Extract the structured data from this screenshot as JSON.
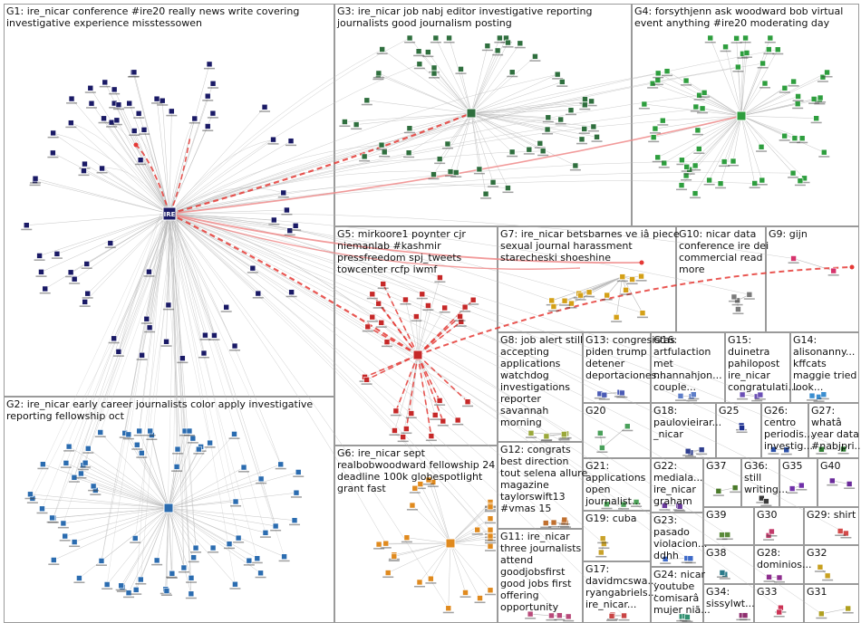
{
  "groups": [
    {
      "id": "G1",
      "lines": [
        "G1: ire_nicar conference #ire20 really news write covering",
        "investigative experience misstessowen"
      ],
      "color": "#1a1a66",
      "hub_text": "IRE",
      "nodes": 70
    },
    {
      "id": "G2",
      "lines": [
        "G2: ire_nicar early career journalists color apply investigative",
        "reporting fellowship oct"
      ],
      "color": "#2b6cb0",
      "nodes": 72
    },
    {
      "id": "G3",
      "lines": [
        "G3: ire_nicar job nabj editor investigative reporting",
        "journalists good journalism posting"
      ],
      "color": "#2f6f3e",
      "nodes": 55
    },
    {
      "id": "G4",
      "lines": [
        "G4: forsythjenn ask woodward bob virtual",
        "event anything #ire20 moderating day"
      ],
      "color": "#2e9e3e",
      "nodes": 60
    },
    {
      "id": "G5",
      "lines": [
        "G5: mirkoore1 poynter cjr",
        "niemanlab #kashmir",
        "pressfreedom spj_tweets",
        "towcenter rcfp iwmf"
      ],
      "color": "#c62828",
      "nodes": 30
    },
    {
      "id": "G6",
      "lines": [
        "G6: ire_nicar sept",
        "realbobwoodward fellowship 24",
        "deadline 100k globespotlight",
        "grant fast"
      ],
      "color": "#e08a1e",
      "nodes": 28
    },
    {
      "id": "G7",
      "lines": [
        "G7: ire_nicar betsbarnes ve iâ piece",
        "sexual journal harassment",
        "starecheski shoeshine"
      ],
      "color": "#d4a017",
      "nodes": 14
    },
    {
      "id": "G8",
      "lines": [
        "G8: job alert still",
        "accepting",
        "applications",
        "watchdog",
        "investigations",
        "reporter",
        "savannah",
        "morning"
      ],
      "color": "#9aa83a",
      "nodes": 6
    },
    {
      "id": "G9",
      "lines": [
        "G9: gijn"
      ],
      "color": "#d6336c",
      "nodes": 2
    },
    {
      "id": "G10",
      "lines": [
        "G10: nicar data",
        "conference ire dei",
        "commercial read",
        "more"
      ],
      "color": "#7a7a7a",
      "nodes": 4
    },
    {
      "id": "G11",
      "lines": [
        "G11: ire_nicar",
        "three journalists",
        "attend",
        "goodjobsfirst",
        "good jobs first",
        "offering",
        "opportunity"
      ],
      "color": "#b84a7a",
      "nodes": 4
    },
    {
      "id": "G12",
      "lines": [
        "G12: congrats",
        "best direction",
        "tout selena allure",
        "magazine",
        "taylorswift13",
        "#vmas 15"
      ],
      "color": "#c07030",
      "nodes": 5
    },
    {
      "id": "G13",
      "lines": [
        "G13: congresistas",
        "piden trump",
        "detener",
        "deportaciones..."
      ],
      "color": "#4b5bb5",
      "nodes": 4
    },
    {
      "id": "G14",
      "lines": [
        "G14:",
        "alisonanny...",
        "kffcats",
        "maggie tried",
        "look..."
      ],
      "color": "#3b8ed0",
      "nodes": 3
    },
    {
      "id": "G15",
      "lines": [
        "G15:",
        "duinetra",
        "pahilopost",
        "ire_nicar",
        "congratulati..."
      ],
      "color": "#6a4fb5",
      "nodes": 3
    },
    {
      "id": "G16",
      "lines": [
        "G16:",
        "artfulaction",
        "met",
        "nhannahjon...",
        "couple..."
      ],
      "color": "#5e7ec8",
      "nodes": 3
    },
    {
      "id": "G17",
      "lines": [
        "G17:",
        "davidmcswa...",
        "ryangabriels...",
        "ire_nicar..."
      ],
      "color": "#c94444",
      "nodes": 3
    },
    {
      "id": "G18",
      "lines": [
        "G18:",
        "paulovieirar...",
        "_nicar"
      ],
      "color": "#2f3f8f",
      "nodes": 3
    },
    {
      "id": "G19",
      "lines": [
        "G19: cuba"
      ],
      "color": "#c9a22a",
      "nodes": 3
    },
    {
      "id": "G20",
      "lines": [
        "G20"
      ],
      "color": "#49a05a",
      "nodes": 3
    },
    {
      "id": "G21",
      "lines": [
        "G21:",
        "applications",
        "open",
        "journalist..."
      ],
      "color": "#4ea35a",
      "nodes": 3
    },
    {
      "id": "G22",
      "lines": [
        "G22:",
        "mediala...",
        "ire_nicar",
        "graham"
      ],
      "color": "#6a3a9e",
      "nodes": 3
    },
    {
      "id": "G23",
      "lines": [
        "G23:",
        "pasado",
        "violacion...",
        "ddhh"
      ],
      "color": "#3e6ac8",
      "nodes": 3
    },
    {
      "id": "G24",
      "lines": [
        "G24: nicar",
        "youtube",
        "comisarâ",
        "mujer niã..."
      ],
      "color": "#2f8f6f",
      "nodes": 3
    },
    {
      "id": "G25",
      "lines": [
        "G25"
      ],
      "color": "#1d2f8f",
      "nodes": 2
    },
    {
      "id": "G26",
      "lines": [
        "G26:",
        "centro",
        "periodis...",
        "investig..."
      ],
      "color": "#2a4fa8",
      "nodes": 2
    },
    {
      "id": "G27",
      "lines": [
        "G27:",
        "whatâ",
        "year data",
        "#nabjpri..."
      ],
      "color": "#2e7d32",
      "nodes": 2
    },
    {
      "id": "G28",
      "lines": [
        "G28:",
        "dominios..."
      ],
      "color": "#8e2e8e",
      "nodes": 2
    },
    {
      "id": "G29",
      "lines": [
        "G29: shirt"
      ],
      "color": "#d44a4a",
      "nodes": 2
    },
    {
      "id": "G30",
      "lines": [
        "G30"
      ],
      "color": "#c23a6a",
      "nodes": 2
    },
    {
      "id": "G31",
      "lines": [
        "G31"
      ],
      "color": "#b0a020",
      "nodes": 2
    },
    {
      "id": "G32",
      "lines": [
        "G32"
      ],
      "color": "#c8a020",
      "nodes": 2
    },
    {
      "id": "G33",
      "lines": [
        "G33"
      ],
      "color": "#cc3355",
      "nodes": 2
    },
    {
      "id": "G34",
      "lines": [
        "G34:",
        "sissylwt..."
      ],
      "color": "#8f2f6f",
      "nodes": 2
    },
    {
      "id": "G35",
      "lines": [
        "G35"
      ],
      "color": "#6f2fa8",
      "nodes": 2
    },
    {
      "id": "G36",
      "lines": [
        "G36:",
        "still",
        "writing..."
      ],
      "color": "#3a3a3a",
      "nodes": 2
    },
    {
      "id": "G37",
      "lines": [
        "G37"
      ],
      "color": "#4a7a2a",
      "nodes": 2
    },
    {
      "id": "G38",
      "lines": [
        "G38"
      ],
      "color": "#2a7a8a",
      "nodes": 2
    },
    {
      "id": "G39",
      "lines": [
        "G39"
      ],
      "color": "#5a8a3a",
      "nodes": 2
    },
    {
      "id": "G40",
      "lines": [
        "G40"
      ],
      "color": "#6a2a9a",
      "nodes": 2
    }
  ],
  "colors": {
    "border": "#9a9a9a",
    "edge": "#b8b8b8",
    "edge_strong": "#e53935",
    "edge_hub": "#f08a8a"
  }
}
